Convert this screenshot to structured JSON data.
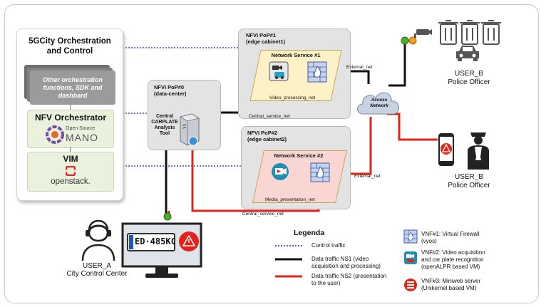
{
  "orchestration": {
    "title_line1": "5GCity Orchestration",
    "title_line2": "and Control",
    "other_functions": "Other orchestration functions, SDK and dashbard",
    "nfvo_title": "NFV Orchestrator",
    "mano_small": "Open Source",
    "mano_big": "MANO",
    "vim_title": "VIM",
    "openstack": "openstack."
  },
  "pop0": {
    "label_line1": "NFVI PoP#0",
    "label_line2": "(data-center)",
    "tool_line1": "Central",
    "tool_line2": "CARPLATE",
    "tool_line3": "Analysis",
    "tool_line4": "Tool"
  },
  "pop1": {
    "label_line1": "NFVI PoP#1",
    "label_line2": "(edge cabinet1)",
    "ns_title": "Network Service #1",
    "net_label": "Video_processing_net",
    "external_net": "External_net",
    "central_net": "Central_service_net"
  },
  "pop2": {
    "label_line1": "NFVI PoP#2",
    "label_line2": "(edge cabinet2)",
    "ns_title": "Network Service #2",
    "net_label": "Media_presentation_net",
    "external_net": "External_net",
    "central_net": "Central_service_net"
  },
  "access_network": "Access Network",
  "user_b_top": {
    "line1": "USER_B",
    "line2": "Police Officer"
  },
  "user_b_bottom": {
    "line1": "USER_B",
    "line2": "Police Officer"
  },
  "user_a": {
    "line1": "USER_A",
    "line2": "City Control Center"
  },
  "plate": "ED·485KC",
  "legend": {
    "title": "Legenda",
    "control": "Control traffic",
    "ns1_line1": "Data traffic NS1 (video",
    "ns1_line2": "acquisition and processing)",
    "ns2_line1": "Data traffic NS2 (presentation",
    "ns2_line2": "to the user)"
  },
  "vnfs": {
    "vnf1_line1": "VNF#1: Virtual Firewall",
    "vnf1_line2": "(vyos)",
    "vnf2_line1": "VNF#2: Video acquisition",
    "vnf2_line2": "and car plate recognition",
    "vnf2_line3": "(openALPR based VM)",
    "vnf3_line1": "VNF#3: Miniweb server",
    "vnf3_line2": "(Unikernel based VM)"
  },
  "colors": {
    "ns1": "#111111",
    "ns2": "#e2231a",
    "control": "#1f2a8a",
    "firewall": "#3b5fb0",
    "green_dot": "#4caf2a",
    "orange_dot": "#f0a020",
    "warning": "#e2231a"
  }
}
